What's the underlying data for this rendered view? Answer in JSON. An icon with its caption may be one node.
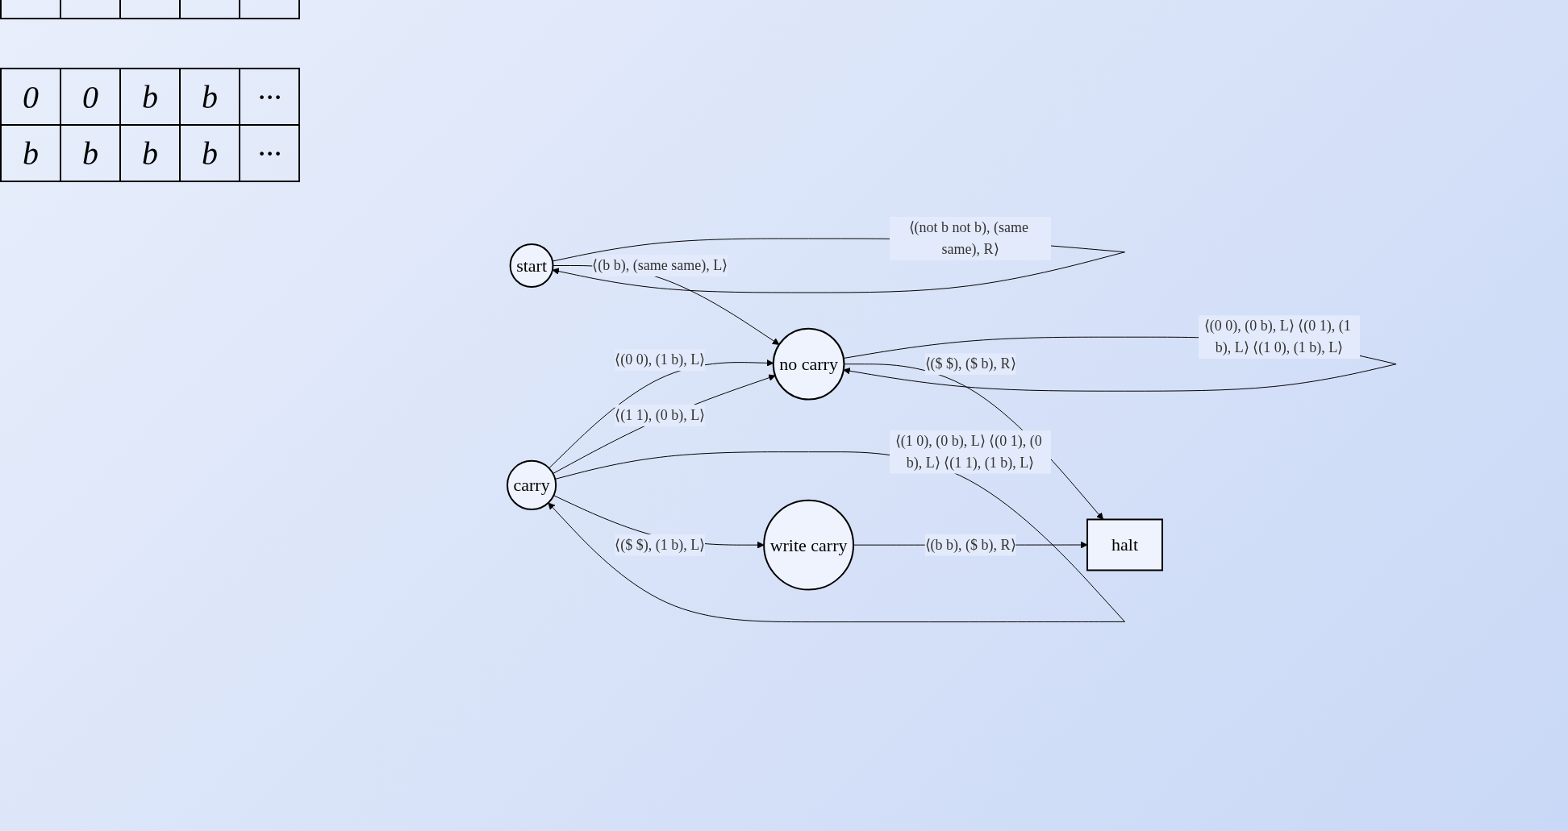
{
  "diagram": {
    "nodes": [
      {
        "text": [
          "start"
        ]
      },
      {
        "text": [
          "no carry"
        ]
      },
      {
        "text": [
          "halt"
        ]
      },
      {
        "text": [
          "carry"
        ]
      },
      {
        "text": [
          "write carry"
        ]
      }
    ],
    "edges": [
      {
        "from": 0,
        "to": 0,
        "arrow": "to",
        "label": "⟨(not b not b), (same same), R⟩"
      },
      {
        "from": 0,
        "to": 1,
        "arrow": "to",
        "label": "⟨(b b), (same same), L⟩"
      },
      {
        "from": 1,
        "to": 1,
        "arrow": "to",
        "label": "⟨(0 0), (0 b), L⟩ ⟨(0 1), (1 b), L⟩ ⟨(1 0), (1 b), L⟩"
      },
      {
        "from": 1,
        "to": 2,
        "arrow": "to",
        "label": "⟨($ $), ($ b), R⟩"
      },
      {
        "from": 3,
        "to": 1,
        "arrow": "to",
        "label": "⟨(0 0), (1 b), L⟩"
      },
      {
        "from": 3,
        "to": 1,
        "arrow": "to",
        "label": "⟨(1 1), (0 b), L⟩"
      },
      {
        "from": 3,
        "to": 3,
        "arrow": "to",
        "label": "⟨(1 0), (0 b), L⟩ ⟨(0 1), (0 b), L⟩ ⟨(1 1), (1 b), L⟩"
      },
      {
        "from": 3,
        "to": 4,
        "arrow": "to",
        "label": "⟨($ $), (1 b), L⟩"
      },
      {
        "from": 4,
        "to": 2,
        "arrow": "to",
        "label": "⟨(b b), ($ b), R⟩"
      }
    ],
    "labels": [
      "0",
      "0",
      "b",
      "b",
      "···",
      "b",
      "b",
      "b",
      "b",
      "···"
    ]
  }
}
